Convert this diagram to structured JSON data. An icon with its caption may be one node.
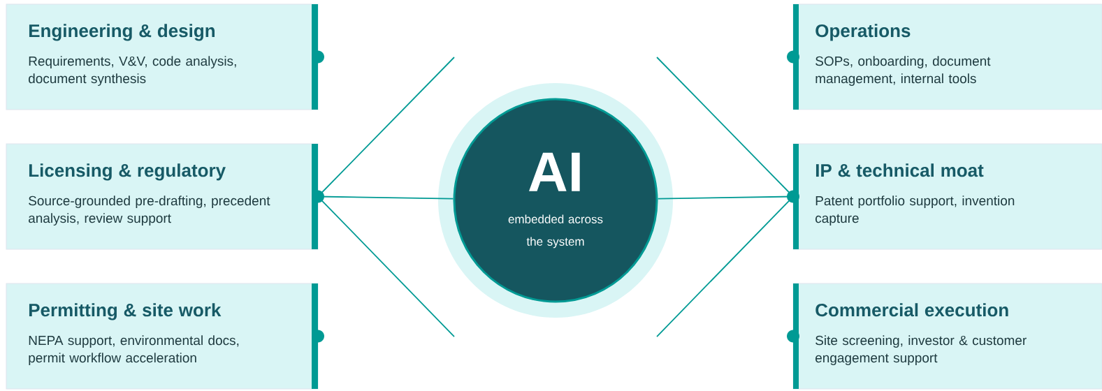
{
  "diagram": {
    "nodes": [
      {
        "text": [
          "Engineering & design",
          "Requirements, V&V, code analysis, document synthesis"
        ]
      },
      {
        "text": [
          "Licensing & regulatory",
          "Source-grounded pre-drafting, precedent analysis, review support"
        ]
      },
      {
        "text": [
          "Permitting & site work",
          "NEPA support, environmental docs, permit workflow acceleration"
        ]
      },
      {
        "text": [
          "Operations",
          "SOPs, onboarding, document management, internal tools"
        ]
      },
      {
        "text": [
          "IP & technical moat",
          "Patent portfolio support, invention capture"
        ]
      },
      {
        "text": [
          "Commercial execution",
          "Site screening, investor & customer engagement support"
        ]
      },
      {
        "text": [
          "AI",
          "embedded across the system"
        ]
      }
    ],
    "edges": [
      {
        "from": 1,
        "to": 6,
        "arrow": "none"
      },
      {
        "from": 1,
        "to": null,
        "arrow": "none"
      },
      {
        "from": 1,
        "to": null,
        "arrow": "none"
      },
      {
        "from": 6,
        "to": 4,
        "arrow": "none"
      },
      {
        "from": 4,
        "to": null,
        "arrow": "none"
      },
      {
        "from": 4,
        "to": null,
        "arrow": "none"
      }
    ]
  }
}
